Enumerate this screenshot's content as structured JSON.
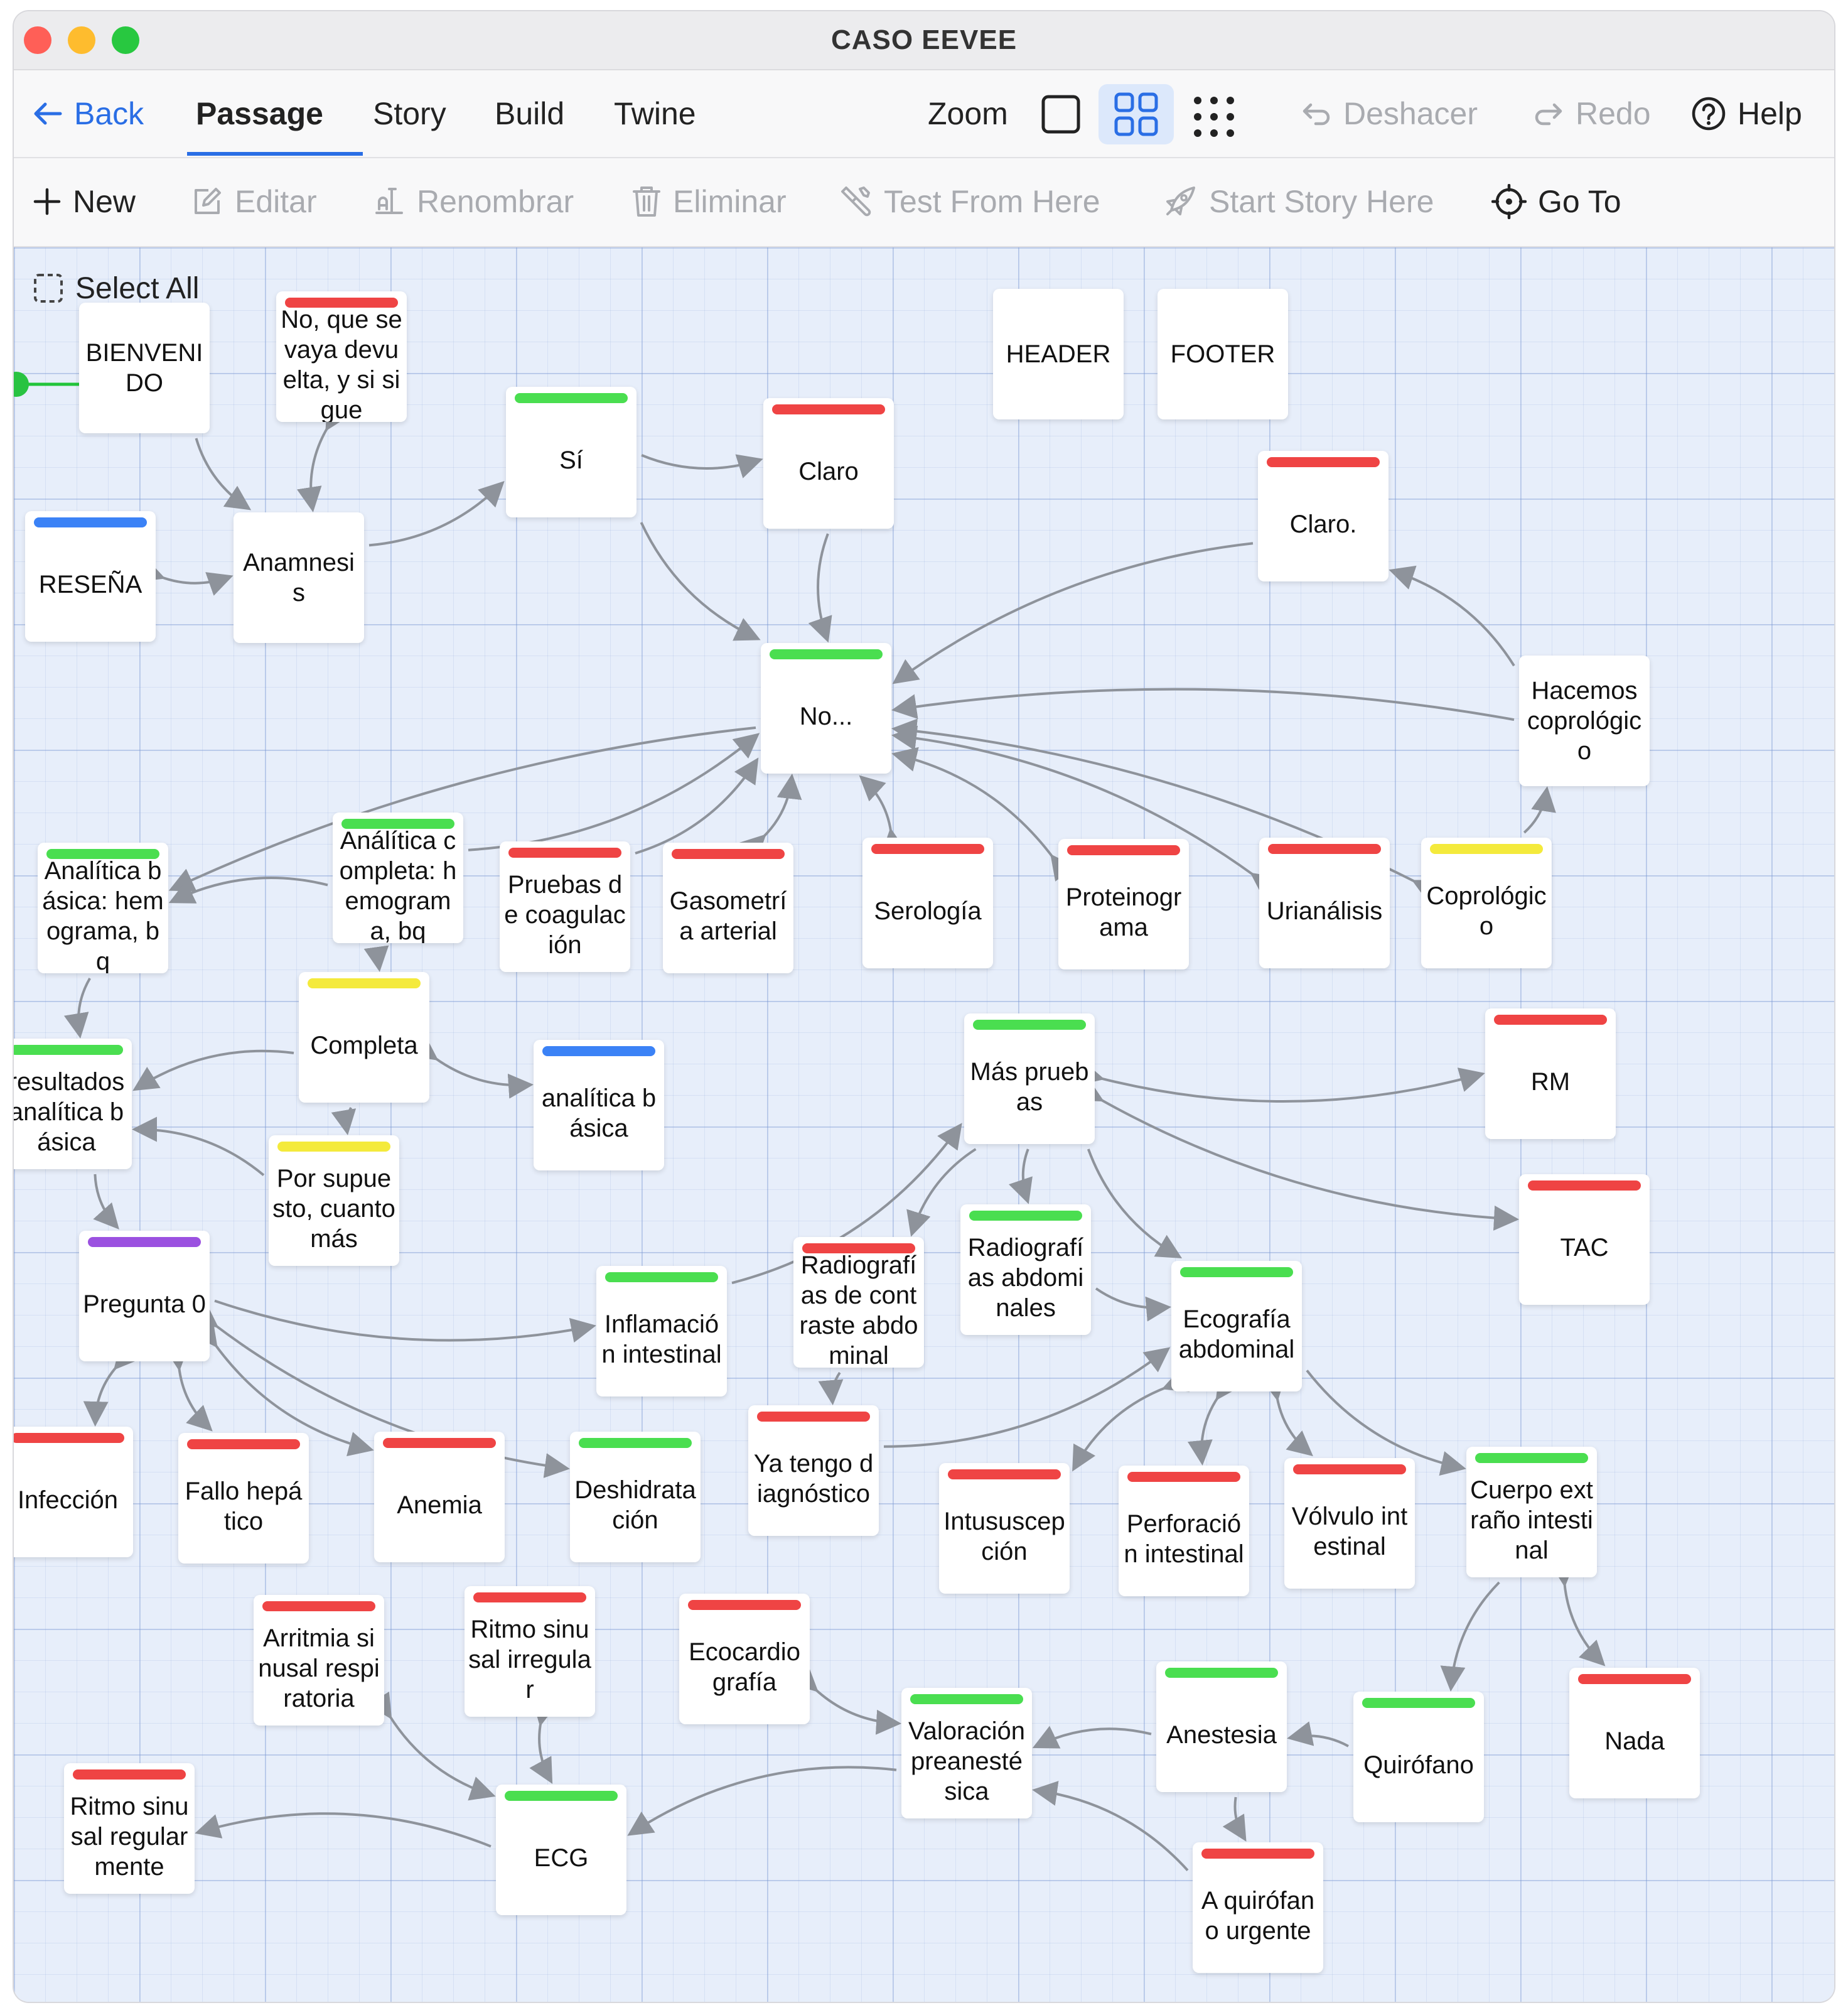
{
  "window": {
    "title": "CASO EEVEE",
    "traffic_colors": [
      "#ff5f57",
      "#febc2e",
      "#28c840"
    ]
  },
  "tabs": {
    "back": "Back",
    "items": [
      "Passage",
      "Story",
      "Build",
      "Twine"
    ],
    "active": "Passage",
    "zoom": "Zoom",
    "undo": "Deshacer",
    "redo": "Redo",
    "help": "Help"
  },
  "toolbar": {
    "new": "New",
    "edit": "Editar",
    "rename": "Renombrar",
    "delete": "Eliminar",
    "test": "Test From Here",
    "start": "Start Story Here",
    "goto": "Go To"
  },
  "select_all": "Select All",
  "tag_colors": {
    "red": "#ef4444",
    "green": "#4ade50",
    "blue": "#3b82f6",
    "yellow": "#f4ea3c",
    "purple": "#9b51e0"
  },
  "passages": [
    {
      "id": "bienvenido",
      "text": "BIENVENIDO"
    },
    {
      "id": "no-que",
      "text": "No, que se vaya devuelta, y si sigue",
      "tag": "red"
    },
    {
      "id": "si",
      "text": "Sí",
      "tag": "green"
    },
    {
      "id": "claro",
      "text": "Claro",
      "tag": "red"
    },
    {
      "id": "header",
      "text": "HEADER"
    },
    {
      "id": "footer",
      "text": "FOOTER"
    },
    {
      "id": "claro2",
      "text": "Claro.",
      "tag": "red"
    },
    {
      "id": "resena",
      "text": "RESEÑA",
      "tag": "blue"
    },
    {
      "id": "anamnesis",
      "text": "Anamnesis"
    },
    {
      "id": "no",
      "text": "No...",
      "tag": "green"
    },
    {
      "id": "hacemos",
      "text": "Hacemos coprológico"
    },
    {
      "id": "basica",
      "text": "Analítica básica: hemograma, bq",
      "tag": "green"
    },
    {
      "id": "completa-h",
      "text": "Análítica completa: hemograma, bq",
      "tag": "green"
    },
    {
      "id": "pruebas",
      "text": "Pruebas de coagulación",
      "tag": "red"
    },
    {
      "id": "gaso",
      "text": "Gasometría arterial",
      "tag": "red"
    },
    {
      "id": "sero",
      "text": "Serología",
      "tag": "red"
    },
    {
      "id": "proteino",
      "text": "Proteinograma",
      "tag": "red"
    },
    {
      "id": "urin",
      "text": "Urianálisis",
      "tag": "red"
    },
    {
      "id": "copro",
      "text": "Coprológico",
      "tag": "yellow"
    },
    {
      "id": "completa",
      "text": "Completa",
      "tag": "yellow"
    },
    {
      "id": "resultados",
      "text": "resultados analítica básica",
      "tag": "green"
    },
    {
      "id": "analitica-b",
      "text": "analítica básica",
      "tag": "blue"
    },
    {
      "id": "mas",
      "text": "Más pruebas",
      "tag": "green"
    },
    {
      "id": "rm",
      "text": "RM",
      "tag": "red"
    },
    {
      "id": "porsup",
      "text": "Por supuesto, cuanto más",
      "tag": "yellow"
    },
    {
      "id": "pregunta",
      "text": "Pregunta 0",
      "tag": "purple"
    },
    {
      "id": "inflam",
      "text": "Inflamación intestinal",
      "tag": "green"
    },
    {
      "id": "radio-c",
      "text": "Radiografías de contraste abdominal",
      "tag": "red"
    },
    {
      "id": "radio-a",
      "text": "Radiografías abdominales",
      "tag": "green"
    },
    {
      "id": "eco-abd",
      "text": "Ecografía abdominal",
      "tag": "green"
    },
    {
      "id": "tac",
      "text": "TAC",
      "tag": "red"
    },
    {
      "id": "infeccion",
      "text": "Infección",
      "tag": "red"
    },
    {
      "id": "fallo",
      "text": "Fallo hepático",
      "tag": "red"
    },
    {
      "id": "anemia",
      "text": "Anemia",
      "tag": "red"
    },
    {
      "id": "deshid",
      "text": "Deshidratación",
      "tag": "green"
    },
    {
      "id": "yatengo",
      "text": "Ya tengo diagnóstico",
      "tag": "red"
    },
    {
      "id": "intus",
      "text": "Intususcepción",
      "tag": "red"
    },
    {
      "id": "perfo",
      "text": "Perforación intestinal",
      "tag": "red"
    },
    {
      "id": "volvulo",
      "text": "Vólvulo intestinal",
      "tag": "red"
    },
    {
      "id": "cuerpo",
      "text": "Cuerpo extraño intestinal",
      "tag": "green"
    },
    {
      "id": "arritmia",
      "text": "Arritmia sinusal respiratoria",
      "tag": "red"
    },
    {
      "id": "ritmo-irr",
      "text": "Ritmo sinusal irregular",
      "tag": "red"
    },
    {
      "id": "ecocardio",
      "text": "Ecocardiografía",
      "tag": "red"
    },
    {
      "id": "valoracion",
      "text": "Valoración preanestésica",
      "tag": "green"
    },
    {
      "id": "anestesia",
      "text": "Anestesia",
      "tag": "green"
    },
    {
      "id": "quirofano",
      "text": "Quirófano",
      "tag": "green"
    },
    {
      "id": "nada",
      "text": "Nada",
      "tag": "red"
    },
    {
      "id": "ritmo-reg",
      "text": "Ritmo sinusal regularmente",
      "tag": "red"
    },
    {
      "id": "ecg",
      "text": "ECG",
      "tag": "green"
    },
    {
      "id": "aquirofano",
      "text": "A quirófano urgente",
      "tag": "red"
    }
  ]
}
